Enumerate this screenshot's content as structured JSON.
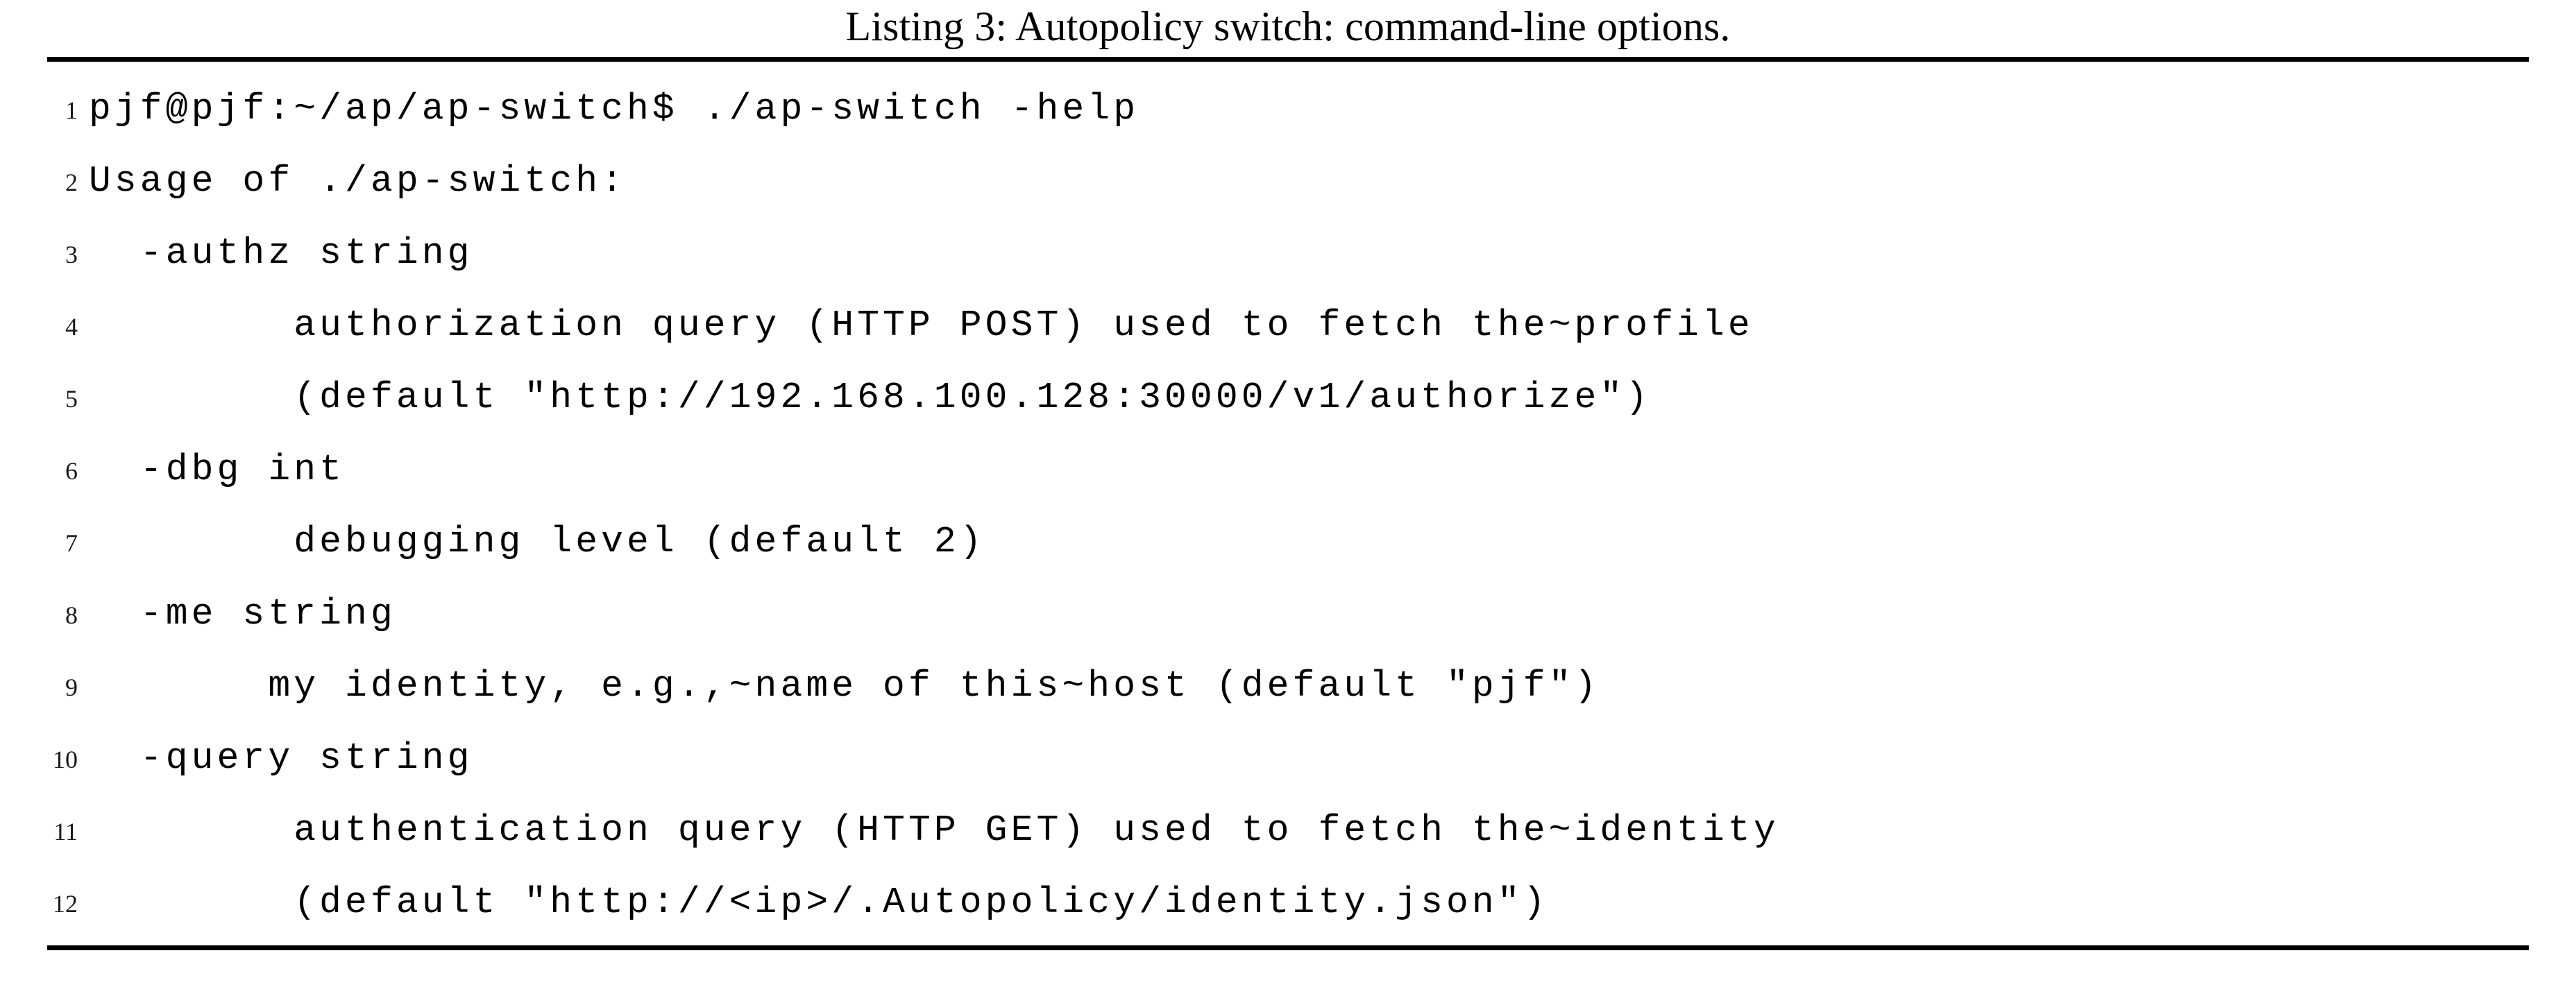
{
  "figure": {
    "caption": "Listing 3: Autopolicy switch: command-line options.",
    "caption_label": "Listing 3",
    "rule_color": "#000000",
    "background_color": "#ffffff",
    "text_color": "#000000"
  },
  "code": {
    "language": "shell-session",
    "line_count": 12,
    "lines": [
      {
        "n": "1",
        "text": "pjf@pjf:~/ap/ap-switch$ ./ap-switch -help"
      },
      {
        "n": "2",
        "text": "Usage of ./ap-switch:"
      },
      {
        "n": "3",
        "text": "  -authz string"
      },
      {
        "n": "4",
        "text": "        authorization query (HTTP POST) used to fetch the~profile"
      },
      {
        "n": "5",
        "text": "        (default \"http://192.168.100.128:30000/v1/authorize\")"
      },
      {
        "n": "6",
        "text": "  -dbg int"
      },
      {
        "n": "7",
        "text": "        debugging level (default 2)"
      },
      {
        "n": "8",
        "text": "  -me string"
      },
      {
        "n": "9",
        "text": "       my identity, e.g.,~name of this~host (default \"pjf\")"
      },
      {
        "n": "10",
        "text": "  -query string"
      },
      {
        "n": "11",
        "text": "        authentication query (HTTP GET) used to fetch the~identity"
      },
      {
        "n": "12",
        "text": "        (default \"http://<ip>/.Autopolicy/identity.json\")"
      }
    ]
  }
}
